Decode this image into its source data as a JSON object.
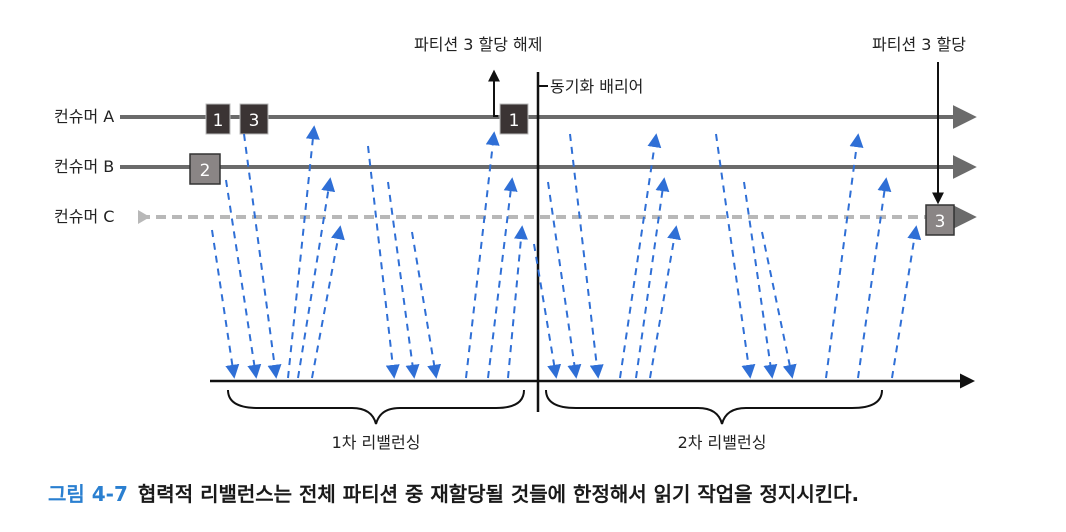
{
  "annotations": {
    "revoke_label": "파티션 3 할당 해제",
    "assign_label": "파티션 3 할당",
    "barrier_label": "동기화 배리어"
  },
  "consumers": [
    {
      "label": "컨슈머 A",
      "partitions_before": [
        "1",
        "3"
      ],
      "partitions_after": [
        "1"
      ]
    },
    {
      "label": "컨슈머 B",
      "partitions_before": [
        "2"
      ]
    },
    {
      "label": "컨슈머 C",
      "partitions_after": [
        "3"
      ]
    }
  ],
  "phases": [
    {
      "label": "1차 리밸런싱"
    },
    {
      "label": "2차 리밸런싱"
    }
  ],
  "caption": {
    "figure": "그림 4-7",
    "text": "협력적 리밸런스는 전체 파티션 중 재할당될 것들에 한정해서 읽기 작업을 정지시킨다."
  },
  "colors": {
    "arrow_blue": "#2f6fd6",
    "timeline_gray": "#6b6b6b",
    "inactive_gray": "#b8b8b8",
    "partition_box": "#3b3434",
    "caption_blue": "#2a7fd0"
  }
}
